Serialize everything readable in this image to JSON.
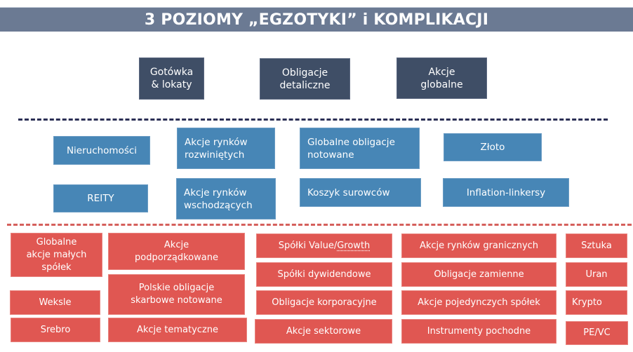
{
  "title": "3 POZIOMY „EGZOTYKI” i KOMPLIKACJI",
  "colors": {
    "title_bar": "#6b7a93",
    "level1": "#3f4e66",
    "level2": "#4786b6",
    "level3": "#e05752",
    "divider_1": "#2b2f55",
    "divider_2": "#d5605c"
  },
  "level1": [
    {
      "label": "Gotówka\n& lokaty"
    },
    {
      "label": "Obligacje\ndetaliczne"
    },
    {
      "label": "Akcje\nglobalne"
    }
  ],
  "level2": [
    {
      "label": "Nieruchomości"
    },
    {
      "label": "Akcje rynków\nrozwiniętych"
    },
    {
      "label": "Globalne obligacje\nnotowane"
    },
    {
      "label": "Złoto"
    },
    {
      "label": "REITY"
    },
    {
      "label": "Akcje rynków\nwschodzących"
    },
    {
      "label": "Koszyk surowców"
    },
    {
      "label": "Inflation-linkersy"
    }
  ],
  "level3": [
    {
      "label": "Globalne\nakcje małych\nspółek"
    },
    {
      "label": "Weksle"
    },
    {
      "label": "Srebro"
    },
    {
      "label": "Akcje\npodporządkowane"
    },
    {
      "label": "Polskie obligacje\nskarbowe notowane"
    },
    {
      "label": "Akcje tematyczne"
    },
    {
      "label_a": "Spółki Value/",
      "label_b": "Growth"
    },
    {
      "label": "Spółki dywidendowe"
    },
    {
      "label": "Obligacje korporacyjne"
    },
    {
      "label": "Akcje sektorowe"
    },
    {
      "label": "Akcje rynków granicznych"
    },
    {
      "label": "Obligacje zamienne"
    },
    {
      "label": "Akcje pojedynczych spółek"
    },
    {
      "label": "Instrumenty pochodne"
    },
    {
      "label": "Sztuka"
    },
    {
      "label": "Uran"
    },
    {
      "label": "Krypto"
    },
    {
      "label": "PE/VC"
    }
  ]
}
